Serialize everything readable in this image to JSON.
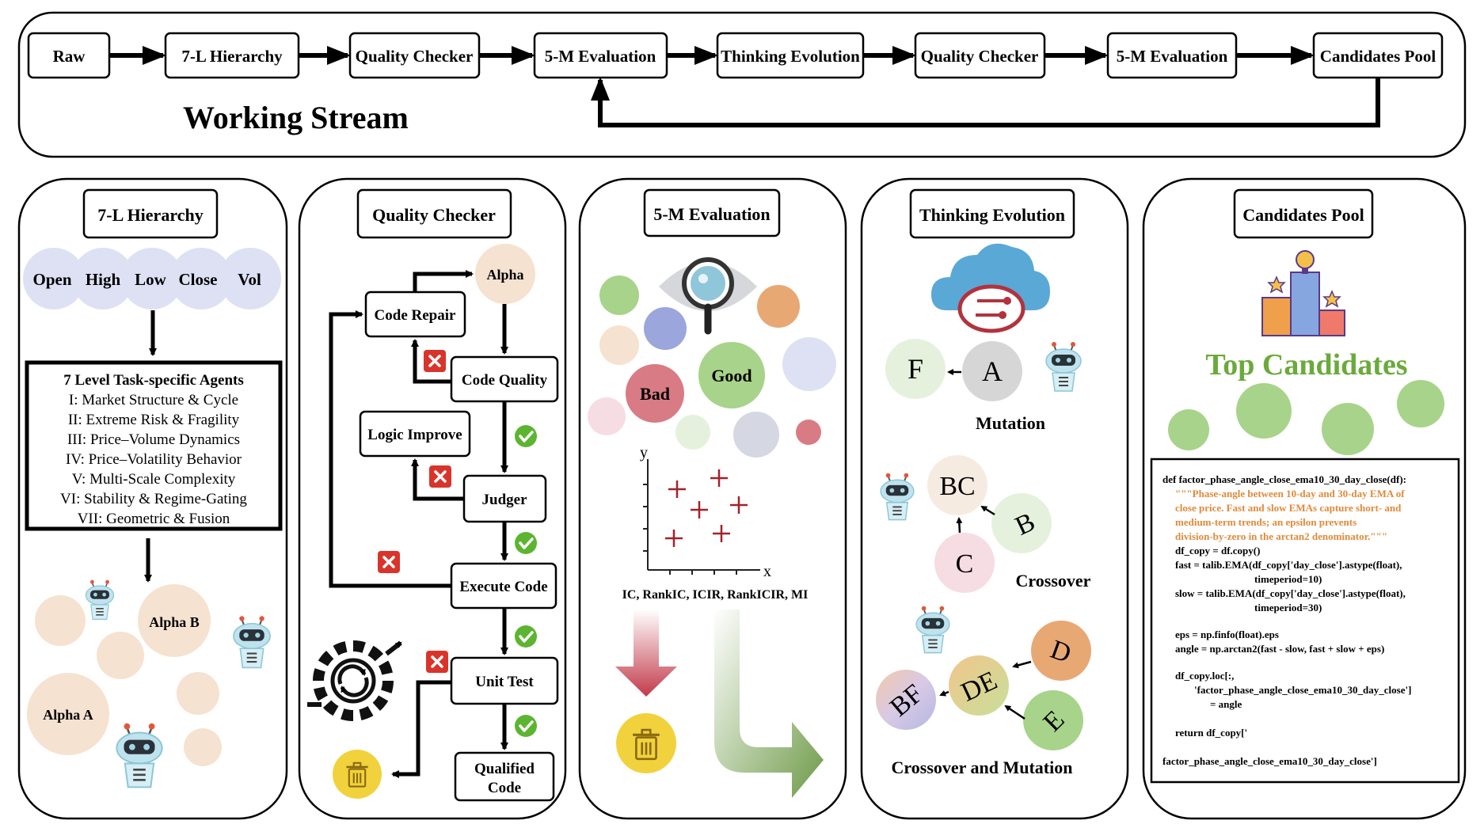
{
  "stream": {
    "title": "Working Stream",
    "steps": [
      "Raw",
      "7-L Hierarchy",
      "Quality Checker",
      "5-M Evaluation",
      "Thinking Evolution",
      "Quality Checker",
      "5-M Evaluation",
      "Candidates Pool"
    ]
  },
  "hierarchy": {
    "title": "7-L Hierarchy",
    "inputs": [
      "Open",
      "High",
      "Low",
      "Close",
      "Vol"
    ],
    "agents_title": "7 Level Task-specific Agents",
    "levels": [
      "I: Market Structure & Cycle",
      "II: Extreme Risk & Fragility",
      "III: Price–Volume Dynamics",
      "IV: Price–Volatility Behavior",
      "V: Multi-Scale Complexity",
      "VI: Stability & Regime-Gating",
      "VII: Geometric & Fusion"
    ],
    "alpha_a": "Alpha A",
    "alpha_b": "Alpha B"
  },
  "quality": {
    "title": "Quality Checker",
    "alpha": "Alpha",
    "code_repair": "Code Repair",
    "code_quality": "Code Quality",
    "logic_improve": "Logic Improve",
    "judger": "Judger",
    "execute_code": "Execute Code",
    "unit_test": "Unit Test",
    "qualified_line1": "Qualified",
    "qualified_line2": "Code"
  },
  "evaluation": {
    "title": "5-M Evaluation",
    "bad": "Bad",
    "good": "Good",
    "axis_y": "y",
    "axis_x": "x",
    "metrics": "IC, RankIC, ICIR, RankICIR, MI"
  },
  "thinking": {
    "title": "Thinking Evolution",
    "mutation_nodes": [
      "F",
      "A"
    ],
    "mutation": "Mutation",
    "crossover_nodes": [
      "BC",
      "B",
      "C"
    ],
    "crossover": "Crossover",
    "cm_nodes": [
      "D",
      "DE",
      "BF",
      "E"
    ],
    "crossover_mutation": "Crossover and Mutation"
  },
  "pool": {
    "title": "Candidates Pool",
    "top": "Top Candidates",
    "code": {
      "def_line": "def factor_phase_angle_close_ema10_30_day_close(df):",
      "doc": [
        "\"\"\"Phase-angle between 10-day and 30-day EMA of",
        "close price. Fast and slow EMAs capture short- and",
        "medium-term trends; an epsilon prevents",
        "division-by-zero in the arctan2 denominator.\"\"\""
      ],
      "body": [
        "df_copy = df.copy()",
        "fast = talib.EMA(df_copy['day_close'].astype(float),",
        "timeperiod=10)",
        "slow = talib.EMA(df_copy['day_close'].astype(float),",
        "timeperiod=30)",
        "eps = np.finfo(float).eps",
        "angle = np.arctan2(fast - slow, fast + slow + eps)",
        "df_copy.loc[:,",
        "'factor_phase_angle_close_ema10_30_day_close']",
        "= angle",
        "return df_copy['",
        "factor_phase_angle_close_ema10_30_day_close']"
      ]
    }
  },
  "colors": {
    "peach": "#f6e2d0",
    "lavender": "#dde1f3",
    "green": "#a8d38a",
    "red_x": "#d9342b",
    "check": "#5cb531",
    "trash": "#f2d23c",
    "orange_text": "#e08a3a",
    "title_green": "#6aaa3b"
  }
}
